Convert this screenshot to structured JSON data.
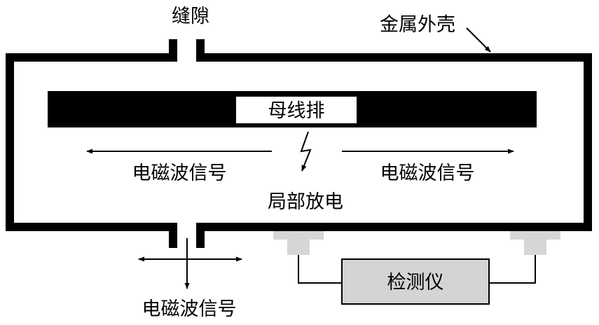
{
  "labels": {
    "gap": "缝隙",
    "metal_shell": "金属外壳",
    "busbar": "母线排",
    "em_signal_left": "电磁波信号",
    "em_signal_right": "电磁波信号",
    "em_signal_bottom": "电磁波信号",
    "partial_discharge": "局部放电",
    "detector": "检测仪"
  },
  "colors": {
    "ink": "#000000",
    "sensor_gray": "#d6d6d6",
    "detector_fill": "#d4d4d4"
  }
}
